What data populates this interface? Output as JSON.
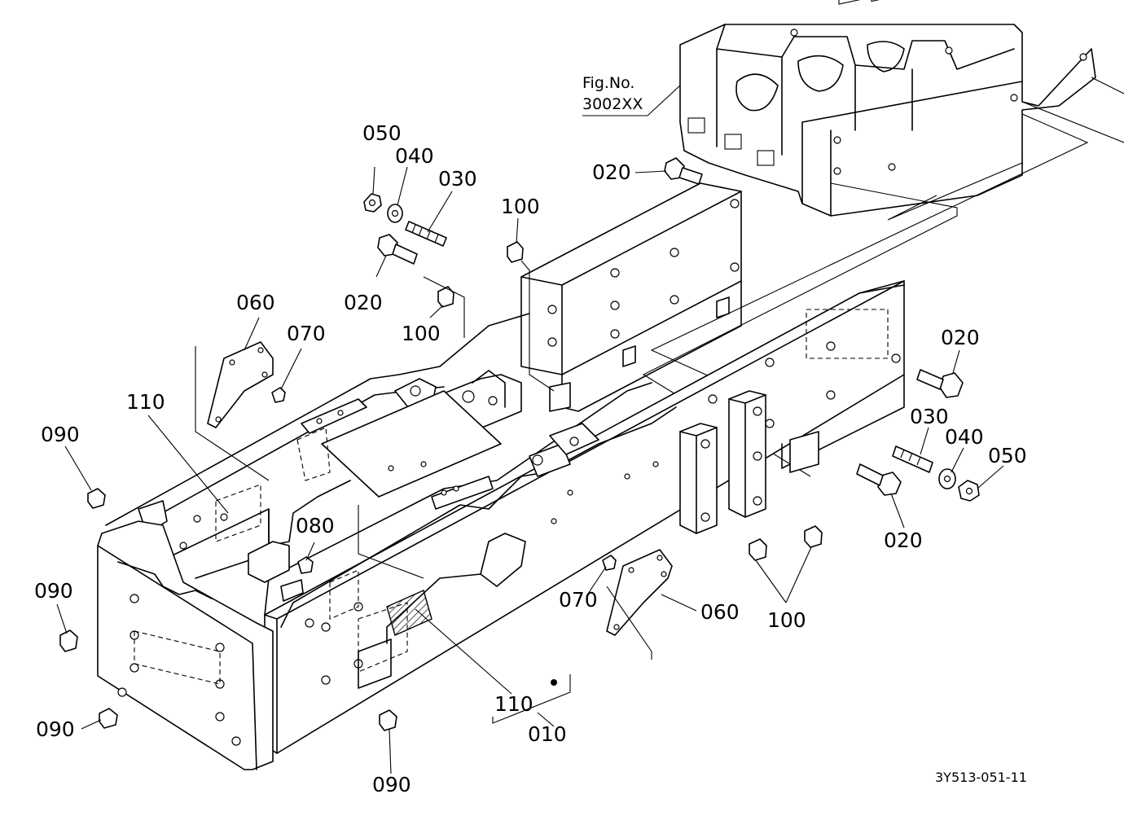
{
  "figure": {
    "ref_line1": "Fig.No.",
    "ref_line2": "3002XX",
    "drawing_code": "3Y513-051-11"
  },
  "callouts": [
    {
      "key": "050_top",
      "text": "050"
    },
    {
      "key": "040_top",
      "text": "040"
    },
    {
      "key": "030_top",
      "text": "030"
    },
    {
      "key": "020_topright",
      "text": "020"
    },
    {
      "key": "100_top",
      "text": "100"
    },
    {
      "key": "020_topleft",
      "text": "020"
    },
    {
      "key": "100_mid",
      "text": "100"
    },
    {
      "key": "060_left",
      "text": "060"
    },
    {
      "key": "070_left",
      "text": "070"
    },
    {
      "key": "110_top",
      "text": "110"
    },
    {
      "key": "090_a",
      "text": "090"
    },
    {
      "key": "080",
      "text": "080"
    },
    {
      "key": "090_b",
      "text": "090"
    },
    {
      "key": "090_c",
      "text": "090"
    },
    {
      "key": "090_d",
      "text": "090"
    },
    {
      "key": "020_right",
      "text": "020"
    },
    {
      "key": "030_right",
      "text": "030"
    },
    {
      "key": "040_right",
      "text": "040"
    },
    {
      "key": "050_right",
      "text": "050"
    },
    {
      "key": "020_right_low",
      "text": "020"
    },
    {
      "key": "070_right",
      "text": "070"
    },
    {
      "key": "060_right",
      "text": "060"
    },
    {
      "key": "100_right",
      "text": "100"
    },
    {
      "key": "110_bottom",
      "text": "110"
    },
    {
      "key": "010",
      "text": "010"
    }
  ]
}
